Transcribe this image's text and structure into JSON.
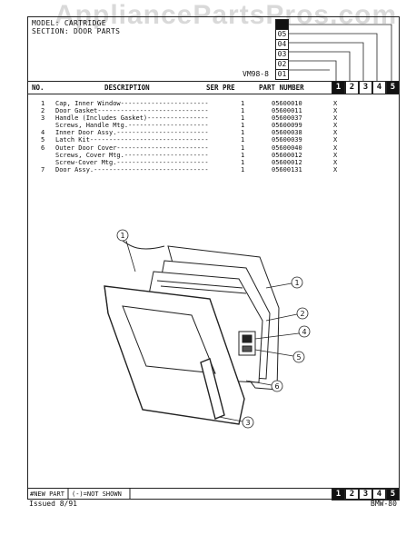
{
  "header": {
    "title_line1": "MODEL: CARTRIDGE",
    "title_line2": "SECTION: DOOR PARTS",
    "watermark": "AppliancePartsPros.com",
    "model_code": "VM98-8"
  },
  "stack_boxes": [
    "05",
    "04",
    "03",
    "02",
    "01"
  ],
  "stack_top": "",
  "columns": {
    "no": "NO.",
    "description": "DESCRIPTION",
    "ser_pre": "SER PRE",
    "part_number": "PART NUMBER"
  },
  "col_numbers": [
    "1",
    "2",
    "3",
    "4",
    "5"
  ],
  "parts": [
    {
      "no": "1",
      "desc": "Cap, Inner Window-----------------------",
      "qty": "1",
      "part": "05600010",
      "mark": "X"
    },
    {
      "no": "2",
      "desc": "Door Gasket-----------------------------",
      "qty": "1",
      "part": "05600011",
      "mark": "X"
    },
    {
      "no": "3",
      "desc": "Handle (Includes Gasket)----------------",
      "qty": "1",
      "part": "05600037",
      "mark": "X"
    },
    {
      "no": "",
      "desc": "Screws, Handle Mtg.---------------------",
      "qty": "1",
      "part": "05600099",
      "mark": "X"
    },
    {
      "no": "4",
      "desc": "Inner Door Assy.------------------------",
      "qty": "1",
      "part": "05600038",
      "mark": "X"
    },
    {
      "no": "5",
      "desc": "Latch Kit-------------------------------",
      "qty": "1",
      "part": "05600039",
      "mark": "X"
    },
    {
      "no": "6",
      "desc": "Outer Door Cover------------------------",
      "qty": "1",
      "part": "05600040",
      "mark": "X"
    },
    {
      "no": "",
      "desc": "Screws, Cover Mtg.----------------------",
      "qty": "1",
      "part": "05600012",
      "mark": "X"
    },
    {
      "no": "",
      "desc": "Screw-Cover Mtg.------------------------",
      "qty": "1",
      "part": "05600012",
      "mark": "X"
    },
    {
      "no": "7",
      "desc": "Door Assy.------------------------------",
      "qty": "1",
      "part": "05600131",
      "mark": "X"
    }
  ],
  "callouts": [
    "1",
    "1",
    "2",
    "4",
    "5",
    "6",
    "3"
  ],
  "footer": {
    "new_part": "#NEW PART",
    "not_shown": "(-)=NOT SHOWN",
    "issued": "Issued 8/91",
    "doc_number": "BMW-80"
  }
}
